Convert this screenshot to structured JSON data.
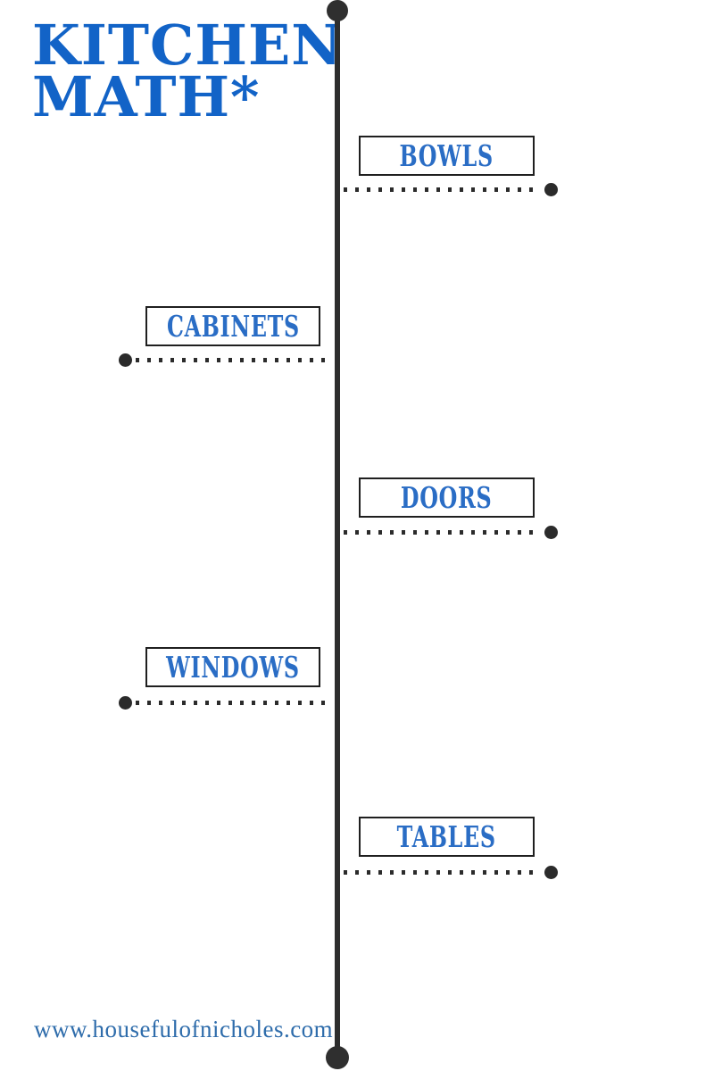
{
  "title": {
    "line1": "KITCHEN",
    "line2": "MATH*"
  },
  "timeline": {
    "items": [
      {
        "label": "BOWLS",
        "side": "right"
      },
      {
        "label": "CABINETS",
        "side": "left"
      },
      {
        "label": "DOORS",
        "side": "right"
      },
      {
        "label": "WINDOWS",
        "side": "left"
      },
      {
        "label": "TABLES",
        "side": "right"
      }
    ]
  },
  "footer": {
    "url": "www.housefulofnicholes.com"
  },
  "colors": {
    "title_blue": "#1263c7",
    "label_blue": "#2a6dc5",
    "footer_blue": "#2e6cab",
    "line_dark": "#2d2d2d",
    "box_border": "#1f1f1f",
    "background": "#ffffff"
  }
}
